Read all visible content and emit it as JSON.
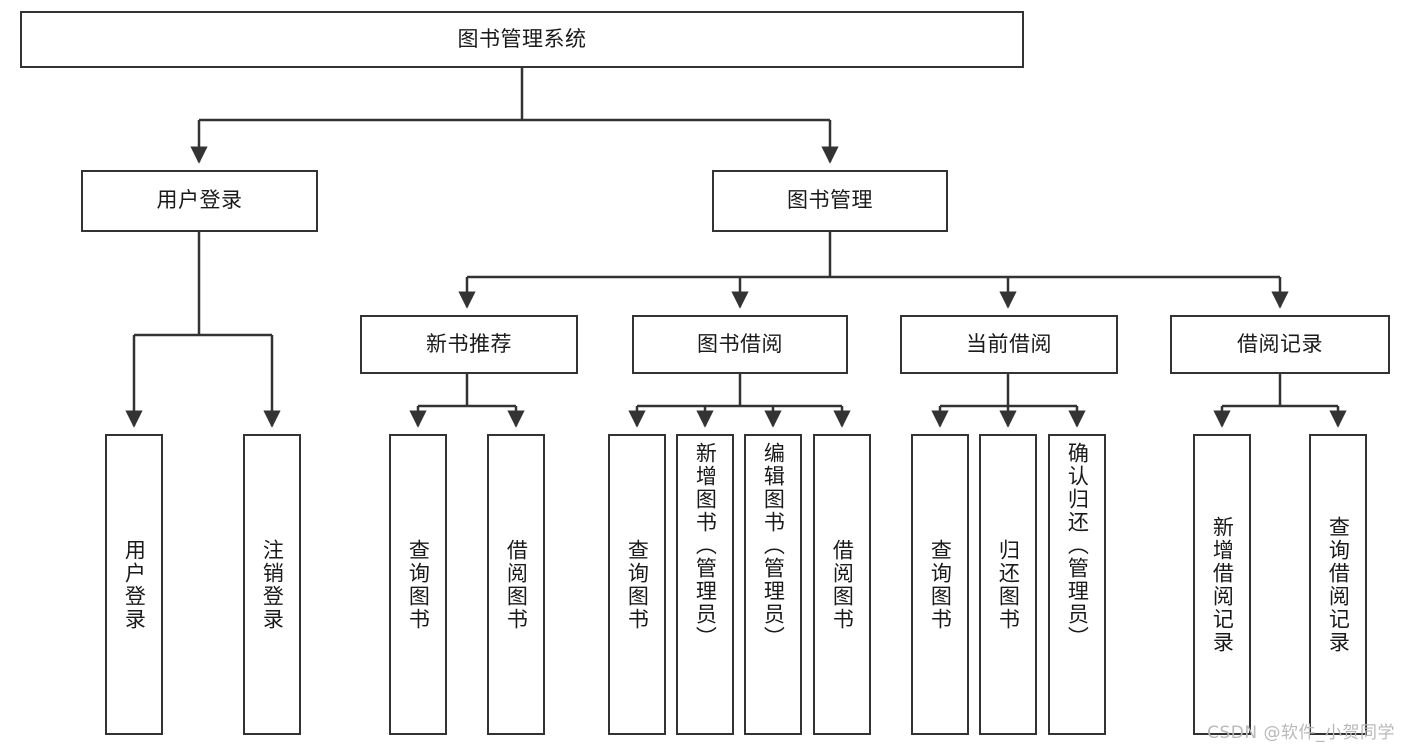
{
  "diagram": {
    "title": "图书管理系统",
    "type": "functional-structure-tree",
    "root": {
      "id": "root",
      "label": "图书管理系统"
    },
    "level2": [
      {
        "id": "user-login",
        "label": "用户登录"
      },
      {
        "id": "book-manage",
        "label": "图书管理"
      }
    ],
    "level3": [
      {
        "id": "new-book-rec",
        "label": "新书推荐",
        "parent": "book-manage"
      },
      {
        "id": "book-borrow",
        "label": "图书借阅",
        "parent": "book-manage"
      },
      {
        "id": "current-borrow",
        "label": "当前借阅",
        "parent": "book-manage"
      },
      {
        "id": "borrow-record",
        "label": "借阅记录",
        "parent": "book-manage"
      }
    ],
    "leaves": [
      {
        "id": "leaf-user-login",
        "label": "用户登录",
        "parent": "user-login"
      },
      {
        "id": "leaf-user-logout",
        "label": "注销登录",
        "parent": "user-login"
      },
      {
        "id": "leaf-rec-query",
        "label": "查询图书",
        "parent": "new-book-rec"
      },
      {
        "id": "leaf-rec-borrow",
        "label": "借阅图书",
        "parent": "new-book-rec"
      },
      {
        "id": "leaf-borrow-query",
        "label": "查询图书",
        "parent": "book-borrow"
      },
      {
        "id": "leaf-borrow-add",
        "label": "新增图书（管理员）",
        "parent": "book-borrow"
      },
      {
        "id": "leaf-borrow-edit",
        "label": "编辑图书（管理员）",
        "parent": "book-borrow"
      },
      {
        "id": "leaf-borrow-do",
        "label": "借阅图书",
        "parent": "book-borrow"
      },
      {
        "id": "leaf-cur-query",
        "label": "查询图书",
        "parent": "current-borrow"
      },
      {
        "id": "leaf-cur-return",
        "label": "归还图书",
        "parent": "current-borrow"
      },
      {
        "id": "leaf-cur-confirm",
        "label": "确认归还（管理员）",
        "parent": "current-borrow"
      },
      {
        "id": "leaf-rec-add",
        "label": "新增借阅记录",
        "parent": "borrow-record"
      },
      {
        "id": "leaf-rec-query2",
        "label": "查询借阅记录",
        "parent": "borrow-record"
      }
    ],
    "watermark": "CSDN @软件_小贺同学",
    "colors": {
      "stroke": "#333333",
      "fill": "#ffffff",
      "text": "#1a1a1a",
      "watermark": "#b9b9b9"
    }
  }
}
